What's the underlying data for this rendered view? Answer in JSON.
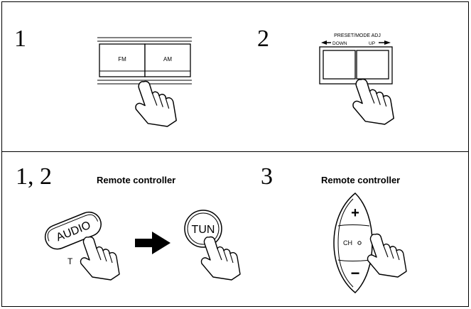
{
  "panel_top": {
    "step_a": {
      "number": "1",
      "buttons": [
        "FM",
        "AM"
      ]
    },
    "step_b": {
      "number": "2",
      "title": "PRESET/MODE ADJ",
      "down_label": "DOWN",
      "up_label": "UP"
    }
  },
  "panel_bottom": {
    "step_a": {
      "number": "1, 2",
      "caption": "Remote controller",
      "audio_button": "AUDIO",
      "audio_sub_label": "T",
      "tun_button": "TUN"
    },
    "step_b": {
      "number": "3",
      "caption": "Remote controller",
      "plus": "+",
      "minus": "−",
      "ch_label": "CH"
    }
  }
}
